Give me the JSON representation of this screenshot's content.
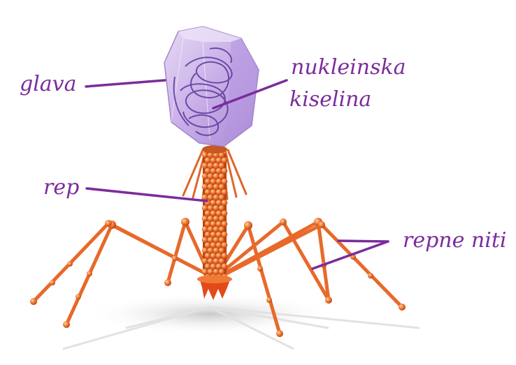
{
  "labels": {
    "head": "glava",
    "nucleic_acid_line1": "nukleinska",
    "nucleic_acid_line2": "kiselina",
    "tail": "rep",
    "tail_fibers": "repne niti"
  },
  "colors": {
    "label": "#7b2c9c",
    "capsid_fill": "#c7aee6",
    "capsid_stroke": "#9a79c9",
    "dna": "#5a3a9a",
    "tail": "#e8692a",
    "tail_dark": "#b8430f",
    "shadow": "#d9d9d9"
  }
}
